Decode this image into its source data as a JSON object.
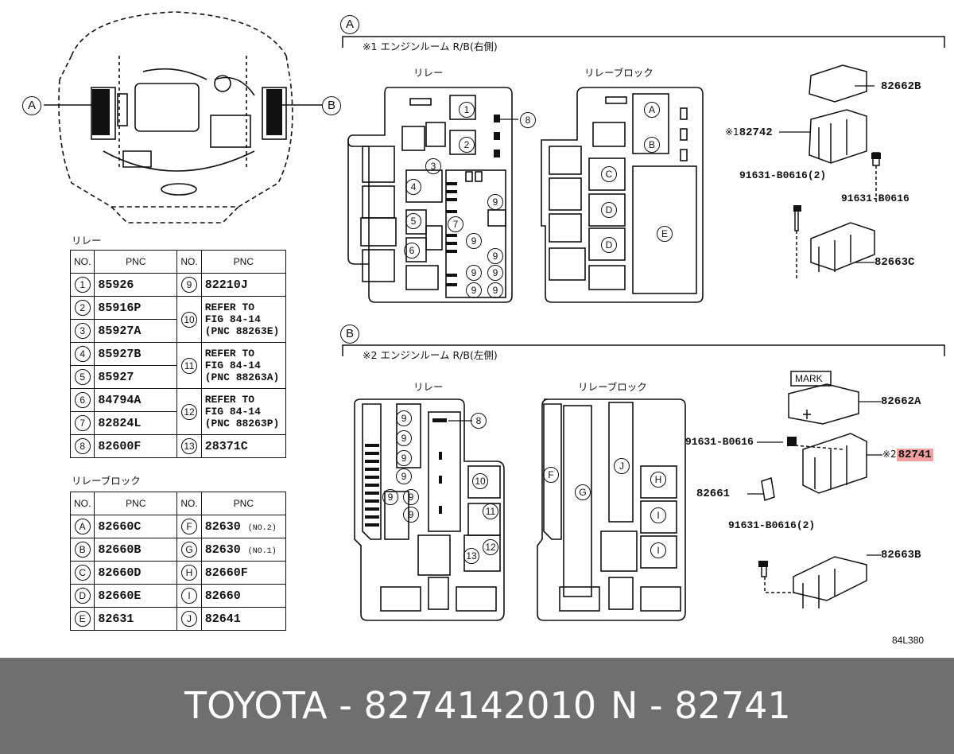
{
  "sections": {
    "a": {
      "marker": "A",
      "title": "※1 エンジンルーム R/B(右側)",
      "relay_header": "リレー",
      "relay_block_header": "リレーブロック"
    },
    "b": {
      "marker": "B",
      "title": "※2 エンジンルーム R/B(左側)",
      "relay_header": "リレー",
      "relay_block_header": "リレーブロック"
    }
  },
  "engine_markers": {
    "left": "A",
    "right": "B"
  },
  "parts_a": {
    "cover": "82662B",
    "box_prefix": "※1",
    "box": "82742",
    "bolt_pair": "91631-B0616(2)",
    "bolt_single": "91631-B0616",
    "bracket": "82663C"
  },
  "parts_b": {
    "mark": "MARK",
    "cover": "82662A",
    "bolt_single": "91631-B0616",
    "box_prefix": "※2",
    "box": "82741",
    "clip": "82661",
    "bolt_pair": "91631-B0616(2)",
    "bracket": "82663B"
  },
  "callouts": {
    "a_relay": [
      "1",
      "2",
      "3",
      "4",
      "5",
      "6",
      "7",
      "8",
      "9",
      "9",
      "9",
      "9",
      "9",
      "9",
      "9"
    ],
    "a_block": [
      "A",
      "B",
      "C",
      "D",
      "D",
      "E"
    ],
    "b_relay": [
      "8",
      "9",
      "9",
      "9",
      "9",
      "9",
      "9",
      "9"
    ],
    "b_block": [
      "F",
      "G",
      "J",
      "H",
      "I",
      "I",
      "10",
      "11",
      "12",
      "13"
    ]
  },
  "drawing_code": "84L380",
  "relay_table": {
    "title": "リレー",
    "headers": [
      "NO.",
      "PNC",
      "NO.",
      "PNC"
    ],
    "left": [
      {
        "no": "1",
        "pnc": "85926"
      },
      {
        "no": "2",
        "pnc": "85916P"
      },
      {
        "no": "3",
        "pnc": "85927A"
      },
      {
        "no": "4",
        "pnc": "85927B"
      },
      {
        "no": "5",
        "pnc": "85927"
      },
      {
        "no": "6",
        "pnc": "84794A"
      },
      {
        "no": "7",
        "pnc": "82824L"
      },
      {
        "no": "8",
        "pnc": "82600F"
      }
    ],
    "right": [
      {
        "no": "9",
        "lines": [
          "82210J"
        ]
      },
      {
        "no": "10",
        "lines": [
          "REFER TO",
          "FIG 84-14",
          "(PNC 88263E)"
        ]
      },
      {
        "no": "11",
        "lines": [
          "REFER TO",
          "FIG 84-14",
          "(PNC 88263A)"
        ]
      },
      {
        "no": "12",
        "lines": [
          "REFER TO",
          "FIG 84-14",
          "(PNC 88263P)"
        ]
      },
      {
        "no": "13",
        "lines": [
          "28371C"
        ]
      }
    ]
  },
  "relay_block_table": {
    "title": "リレーブロック",
    "headers": [
      "NO.",
      "PNC",
      "NO.",
      "PNC"
    ],
    "rows": [
      {
        "no1": "A",
        "pnc1": "82660C",
        "no2": "F",
        "pnc2": "82630",
        "note2": "(NO.2)"
      },
      {
        "no1": "B",
        "pnc1": "82660B",
        "no2": "G",
        "pnc2": "82630",
        "note2": "(NO.1)"
      },
      {
        "no1": "C",
        "pnc1": "82660D",
        "no2": "H",
        "pnc2": "82660F",
        "note2": ""
      },
      {
        "no1": "D",
        "pnc1": "82660E",
        "no2": "I",
        "pnc2": "82660",
        "note2": ""
      },
      {
        "no1": "E",
        "pnc1": "82631",
        "no2": "J",
        "pnc2": "82641",
        "note2": ""
      }
    ]
  },
  "footer": {
    "brand": "TOYOTA",
    "sep1": "-",
    "part_number": "8274142010",
    "code_prefix": "N",
    "sep2": "-",
    "code": "82741"
  },
  "colors": {
    "highlight": "#f3a0a0",
    "footer_bg": "#6f6f6f",
    "line": "#111111"
  }
}
